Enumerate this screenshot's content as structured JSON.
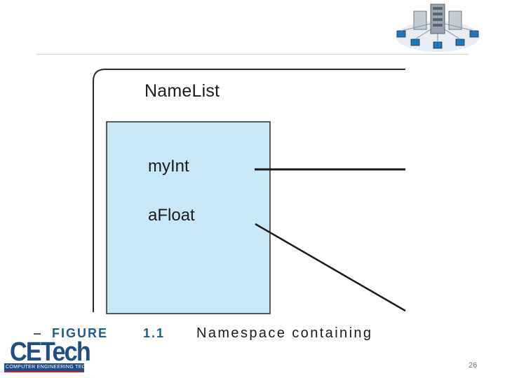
{
  "figure": {
    "namespace_title": "NameList",
    "variables": [
      "myInt",
      "aFloat"
    ],
    "caption_label": "FIGURE",
    "caption_number": "1.1",
    "caption_text": "Namespace containing"
  },
  "footer": {
    "logo_word": "CETech",
    "logo_subtitle": "COMPUTER ENGINEERING TECHNOLOGY",
    "page_number": "26"
  },
  "colors": {
    "namespace_fill": "#c9e8f7",
    "caption_accent": "#1f5d8d",
    "logo_blue": "#1f4f87",
    "logo_red": "#c0262c"
  },
  "icons": [
    "network-servers-icon"
  ]
}
